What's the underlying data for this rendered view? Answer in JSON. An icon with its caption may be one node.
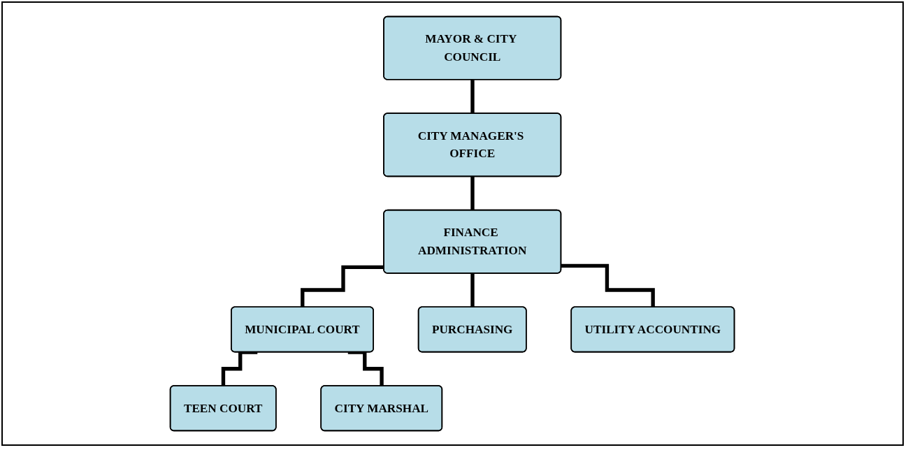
{
  "diagram": {
    "nodes": [
      {
        "text": [
          "MAYOR & CITY COUNCIL"
        ]
      },
      {
        "text": [
          "CITY MANAGER'S OFFICE"
        ]
      },
      {
        "text": [
          "FINANCE ADMINISTRATION"
        ]
      },
      {
        "text": [
          "MUNICIPAL COURT"
        ]
      },
      {
        "text": [
          "PURCHASING"
        ]
      },
      {
        "text": [
          "UTILITY ACCOUNTING"
        ]
      },
      {
        "text": [
          "TEEN COURT"
        ]
      },
      {
        "text": [
          "CITY MARSHAL"
        ]
      }
    ],
    "edges": [
      {
        "from": 0,
        "to": 1,
        "arrow": "none"
      },
      {
        "from": 1,
        "to": 2,
        "arrow": "none"
      },
      {
        "from": 2,
        "to": 3,
        "arrow": "none"
      },
      {
        "from": 2,
        "to": 4,
        "arrow": "none"
      },
      {
        "from": 2,
        "to": 5,
        "arrow": "none"
      },
      {
        "from": 3,
        "to": 6,
        "arrow": "none"
      },
      {
        "from": 3,
        "to": 7,
        "arrow": "none"
      }
    ]
  }
}
